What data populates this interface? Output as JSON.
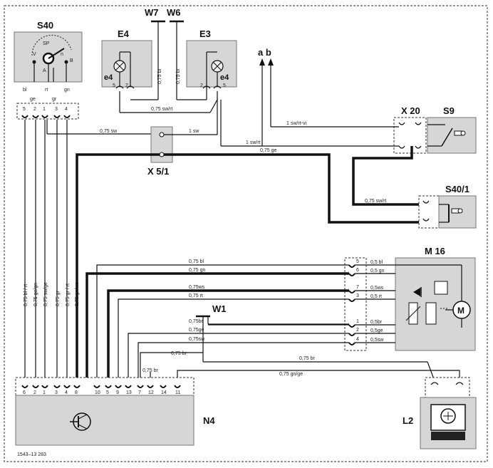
{
  "components": {
    "s40": "S40",
    "e4": "E4",
    "e3": "E3",
    "w7": "W7",
    "w6": "W6",
    "x20": "X 20",
    "s9": "S9",
    "x51": "X 5/1",
    "s401": "S40/1",
    "m16": "M 16",
    "w1": "W1",
    "n4": "N4",
    "l2": "L2",
    "e4_lamp": "e4",
    "e3_lamp": "e4",
    "ab": "a b"
  },
  "s40_switch": {
    "sp": "SP",
    "v": "V",
    "a": "A",
    "b": "B",
    "n": "n"
  },
  "s40_wire_colors": [
    "bl",
    "ge",
    "rt",
    "gr",
    "gn"
  ],
  "s40_pins": [
    "5",
    "2",
    "1",
    "3",
    "4"
  ],
  "lamp_pins": {
    "e4_left": "5",
    "e4_right": "2",
    "e3_left": "2",
    "e3_right": "5"
  },
  "wires": {
    "br_e4": "0,75 br",
    "br_e3": "0,75 br",
    "swrt_lamps": "0,75 sw/rt",
    "sw_x51_left": "0,75 sw",
    "sw_x51_right": "1 sw",
    "sw_rt_vi": "1 sw/rt-vi",
    "sw_rt": "1 sw/rt",
    "ge_x51": "0,75 ge",
    "swrt_s401": "0,75 sw/rt",
    "v_bl_rt": "0,75 bl / rt",
    "v_ge_gn": "0,75 ge/gn",
    "v_sw_ge": "0,75 sw/ge",
    "v_gr": "0,75 gr",
    "v_gr_rt": "0,75 gr / rt",
    "v_gn_ws": "0,75 gn/ws",
    "m_bl": "0,75 bl",
    "m_gn": "0,75 gn",
    "m_ws": "0,75ws",
    "m_rt": "0,75 rt",
    "m_br": "0,75br",
    "m_ge": "0,75ge",
    "m_sw": "0,75sw",
    "n4_br_a": "0,75 br",
    "n4_br_b": "0,75 br",
    "l2_br": "0,75 br",
    "l2_gnge": "0,75 gn/ge"
  },
  "m16_pins": [
    "5",
    "6",
    "7",
    "3",
    "1",
    "2",
    "4"
  ],
  "m16_wires": [
    "0,5 bl",
    "0,5 gn",
    "0,5ws",
    "0,5 rt",
    "0,5br",
    "0,5ge",
    "0,5sw"
  ],
  "n4_pins": [
    "6",
    "2",
    "1",
    "3",
    "4",
    "8",
    "10",
    "5",
    "9",
    "13",
    "7",
    "12",
    "14",
    "11"
  ],
  "m16_motor": "M",
  "code": "1543–13 283"
}
